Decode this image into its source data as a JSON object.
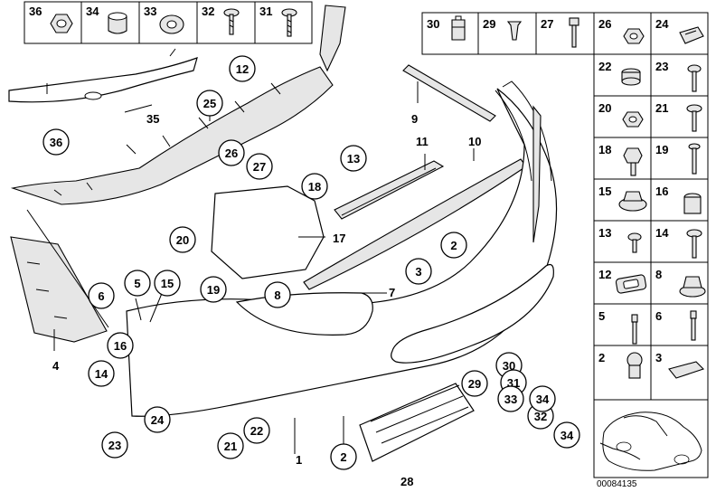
{
  "diagram": {
    "doc_number": "00084135",
    "callouts_circled": [
      "36",
      "12",
      "25",
      "26",
      "27",
      "13",
      "18",
      "20",
      "19",
      "5",
      "15",
      "6",
      "16",
      "14",
      "8",
      "3",
      "2",
      "30",
      "31",
      "33",
      "29",
      "32",
      "34",
      "34",
      "24",
      "23",
      "22",
      "21",
      "2"
    ],
    "callouts_plain": [
      "35",
      "9",
      "11",
      "10",
      "17",
      "7",
      "4",
      "1",
      "28"
    ],
    "top_left_strip": [
      "36",
      "34",
      "33",
      "32",
      "31"
    ],
    "top_right_strip": [
      "30",
      "29",
      "27",
      "26",
      "24"
    ],
    "right_column": [
      [
        "22",
        "23"
      ],
      [
        "20",
        "21"
      ],
      [
        "18",
        "19"
      ],
      [
        "15",
        "16"
      ],
      [
        "13",
        "14"
      ],
      [
        "12",
        "8"
      ],
      [
        "5",
        "6"
      ],
      [
        "2",
        "3"
      ]
    ]
  }
}
